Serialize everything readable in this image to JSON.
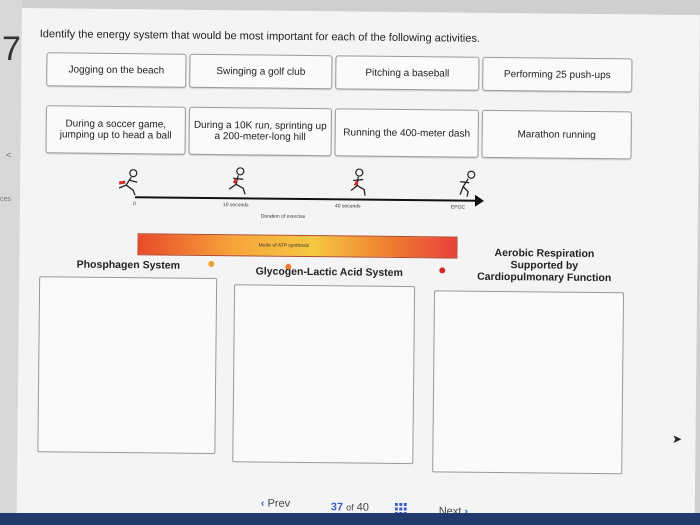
{
  "left_strip": {
    "number": "7",
    "arrow": "<",
    "ces": "ces"
  },
  "instruction": "Identify the energy system that would be most important for each of the following activities.",
  "activities": [
    "Jogging on the beach",
    "Swinging a golf club",
    "Pitching a baseball",
    "Performing 25 push-ups",
    "During a soccer game, jumping up to head a ball",
    "During a 10K run, sprinting up a 200-meter-long hill",
    "Running the 400-meter dash",
    "Marathon running"
  ],
  "timeline": {
    "start": "0",
    "ten_seconds": "10 seconds",
    "forty_seconds": "40 seconds",
    "epoc": "EPOC",
    "duration_label": "Duration of exercise"
  },
  "atp_label": "Mode of ATP synthesis",
  "systems": {
    "phosphagen": "Phosphagen System",
    "glycogen": "Glycogen-Lactic Acid System",
    "aerobic": "Aerobic Respiration Supported by Cardiopulmonary Function"
  },
  "nav": {
    "prev": "Prev",
    "current": "37",
    "of": "of",
    "total": "40",
    "next": "Next"
  },
  "colors": {
    "accent": "#3b5fc4",
    "dot_orange": "#f0a030",
    "dot_red": "#d42a2a",
    "runner_red": "#d42a2a"
  }
}
